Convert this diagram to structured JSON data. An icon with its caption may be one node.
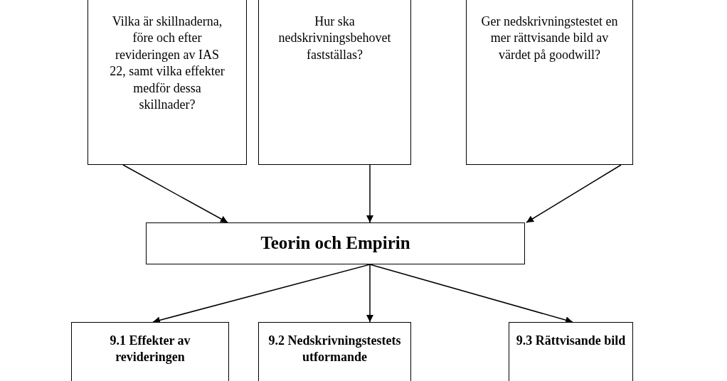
{
  "diagram": {
    "nodes": [
      {
        "text": [
          "Vilka är skillnaderna, före och efter revideringen av IAS 22, samt vilka effekter medför dessa skillnader?"
        ]
      },
      {
        "text": [
          "Hur ska nedskrivningsbehovet fastställas?"
        ]
      },
      {
        "text": [
          "Ger nedskrivningstestet en mer rättvisande bild av värdet på goodwill?"
        ]
      },
      {
        "text": [
          "Teorin och Empirin"
        ]
      },
      {
        "text": [
          "9.1 Effekter av revideringen"
        ]
      },
      {
        "text": [
          "9.2 Nedskrivningstestets utformande"
        ]
      },
      {
        "text": [
          "9.3 Rättvisande bild"
        ]
      }
    ],
    "edges": [
      {
        "from": 0,
        "to": 3,
        "arrow": "to"
      },
      {
        "from": 1,
        "to": 3,
        "arrow": "to"
      },
      {
        "from": 2,
        "to": 3,
        "arrow": "to"
      },
      {
        "from": 3,
        "to": 4,
        "arrow": "to"
      },
      {
        "from": 3,
        "to": 5,
        "arrow": "to"
      },
      {
        "from": 3,
        "to": 6,
        "arrow": "to"
      }
    ]
  }
}
